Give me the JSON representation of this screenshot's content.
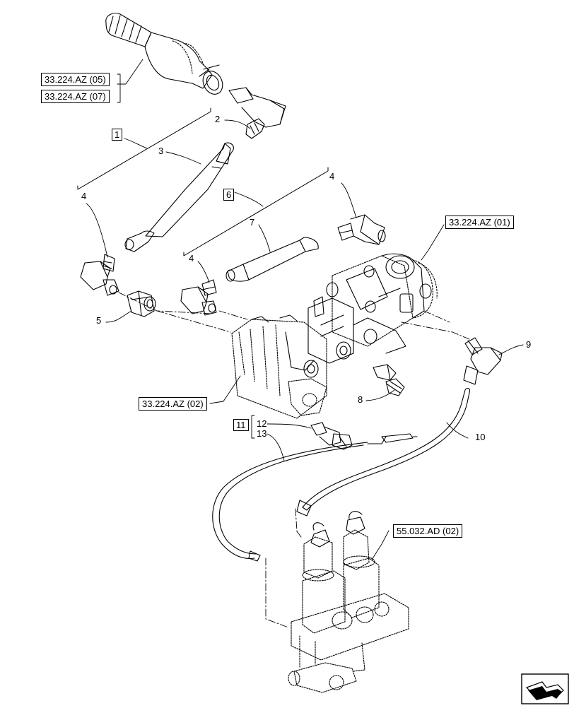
{
  "references": {
    "r05": "33.224.AZ (05)",
    "r07": "33.224.AZ (07)",
    "r01": "33.224.AZ (01)",
    "r02": "33.224.AZ (02)",
    "r55": "55.032.AD (02)"
  },
  "groups": {
    "g1": "1",
    "g6": "6",
    "g11": "11"
  },
  "callouts": {
    "c2": "2",
    "c3": "3",
    "c4a": "4",
    "c4b": "4",
    "c4c": "4",
    "c5": "5",
    "c7": "7",
    "c8": "8",
    "c9": "9",
    "c10": "10",
    "c12": "12",
    "c13": "13"
  },
  "icons": {
    "nav": "next-page-arrow-icon"
  }
}
